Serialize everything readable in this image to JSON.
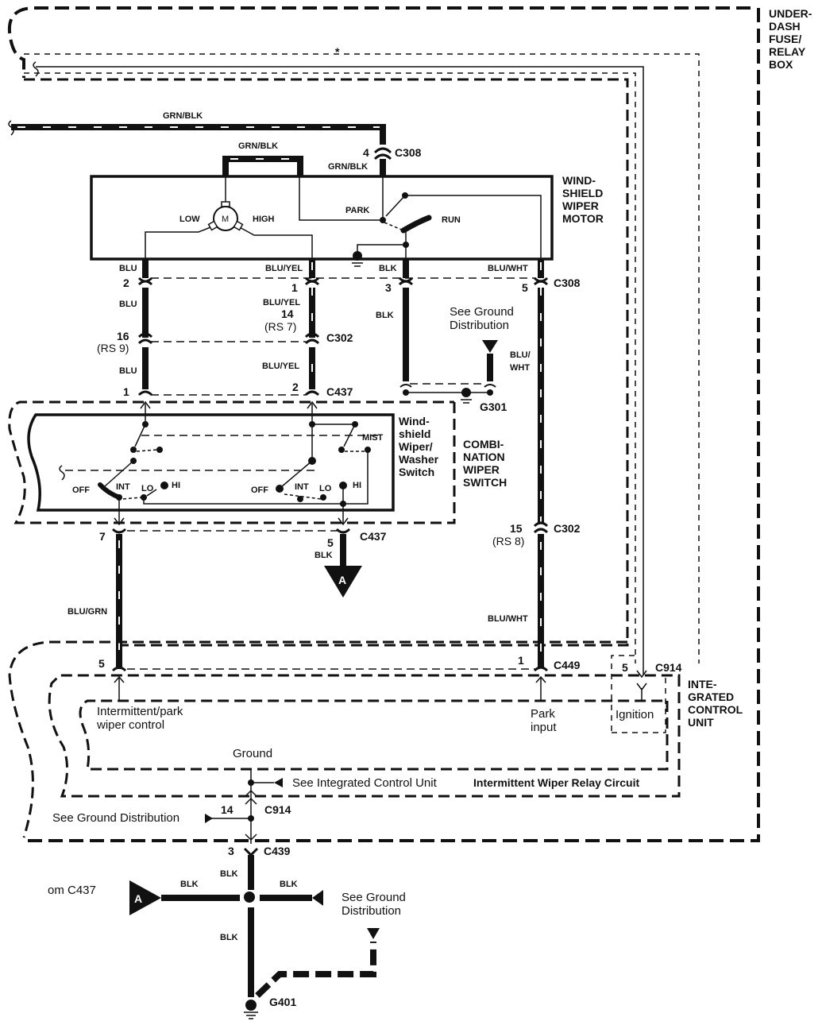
{
  "title": "Windshield Wiper Circuit Wiring Diagram",
  "components": {
    "fuse_box": [
      "UNDER-",
      "DASH",
      "FUSE/",
      "RELAY",
      "BOX"
    ],
    "fuse_box_marker": "*",
    "wiper_motor": [
      "WIND-",
      "SHIELD",
      "WIPER",
      "MOTOR"
    ],
    "motor_symbol": "M",
    "motor_low": "LOW",
    "motor_high": "HIGH",
    "motor_park": "PARK",
    "motor_run": "RUN",
    "combination_switch": [
      "COMBI-",
      "NATION",
      "WIPER",
      "SWITCH"
    ],
    "washer_switch": [
      "Wind-",
      "shield",
      "Wiper/",
      "Washer",
      "Switch"
    ],
    "switch_positions_left": {
      "off": "OFF",
      "int": "INT",
      "lo": "LO",
      "hi": "HI"
    },
    "switch_positions_right": {
      "off": "OFF",
      "int": "INT",
      "lo": "LO",
      "hi": "HI",
      "mist": "MIST"
    },
    "icu": [
      "INTE-",
      "GRATED",
      "CONTROL",
      "UNIT"
    ],
    "relay_circuit": "Intermittent Wiper Relay Circuit",
    "icu_intermittent": [
      "Intermittent/park",
      "wiper control"
    ],
    "icu_park": [
      "Park",
      "input"
    ],
    "icu_ignition": "Ignition",
    "icu_ground": "Ground"
  },
  "wires": {
    "grn_blk_top": "GRN/BLK",
    "grn_blk_motor": "GRN/BLK",
    "grn_blk_c308": "GRN/BLK",
    "blu_1": "BLU",
    "blu_2": "BLU",
    "blu_3": "BLU",
    "blu_yel_1": "BLU/YEL",
    "blu_yel_2": "BLU/YEL",
    "blu_yel_3": "BLU/YEL",
    "blk_1": "BLK",
    "blk_2": "BLK",
    "blu_wht_1": "BLU/WHT",
    "blu_wht_2": [
      "BLU/",
      "WHT"
    ],
    "blu_wht_3": "BLU/WHT",
    "blu_grn": "BLU/GRN",
    "blk_c437": "BLK",
    "blk_c439": "BLK",
    "blk_left": "BLK",
    "blk_right": "BLK",
    "blk_down": "BLK"
  },
  "connectors": {
    "c308_top": {
      "id": "C308",
      "pin": "4"
    },
    "c308_row": {
      "id": "C308",
      "pins": [
        "2",
        "1",
        "3",
        "5"
      ]
    },
    "c302_row": {
      "id": "C302",
      "pin_left": "16",
      "rs_left": "(RS 9)",
      "pin_mid": "14",
      "rs_mid": "(RS 7)"
    },
    "c437_top": {
      "id": "C437",
      "pins": [
        "1",
        "2"
      ]
    },
    "c437_bottom": {
      "id": "C437",
      "pins": [
        "7",
        "5"
      ]
    },
    "c302_right": {
      "id": "C302",
      "pin": "15",
      "rs": "(RS 8)"
    },
    "c449": {
      "id": "C449",
      "pins": [
        "5",
        "1"
      ]
    },
    "c914_top": {
      "id": "C914",
      "pin": "5"
    },
    "c914_bottom": {
      "id": "C914",
      "pin": "14"
    },
    "c439": {
      "id": "C439",
      "pin": "3"
    }
  },
  "grounds": {
    "g301": "G301",
    "g401": "G401"
  },
  "references": {
    "ground_dist_1": [
      "See Ground",
      "Distribution"
    ],
    "ground_dist_2": "See Ground Distribution",
    "ground_dist_3": [
      "See Ground",
      "Distribution"
    ],
    "icu_ref": "See Integrated Control Unit",
    "from_c437": "om C437",
    "flag_a": "A"
  }
}
